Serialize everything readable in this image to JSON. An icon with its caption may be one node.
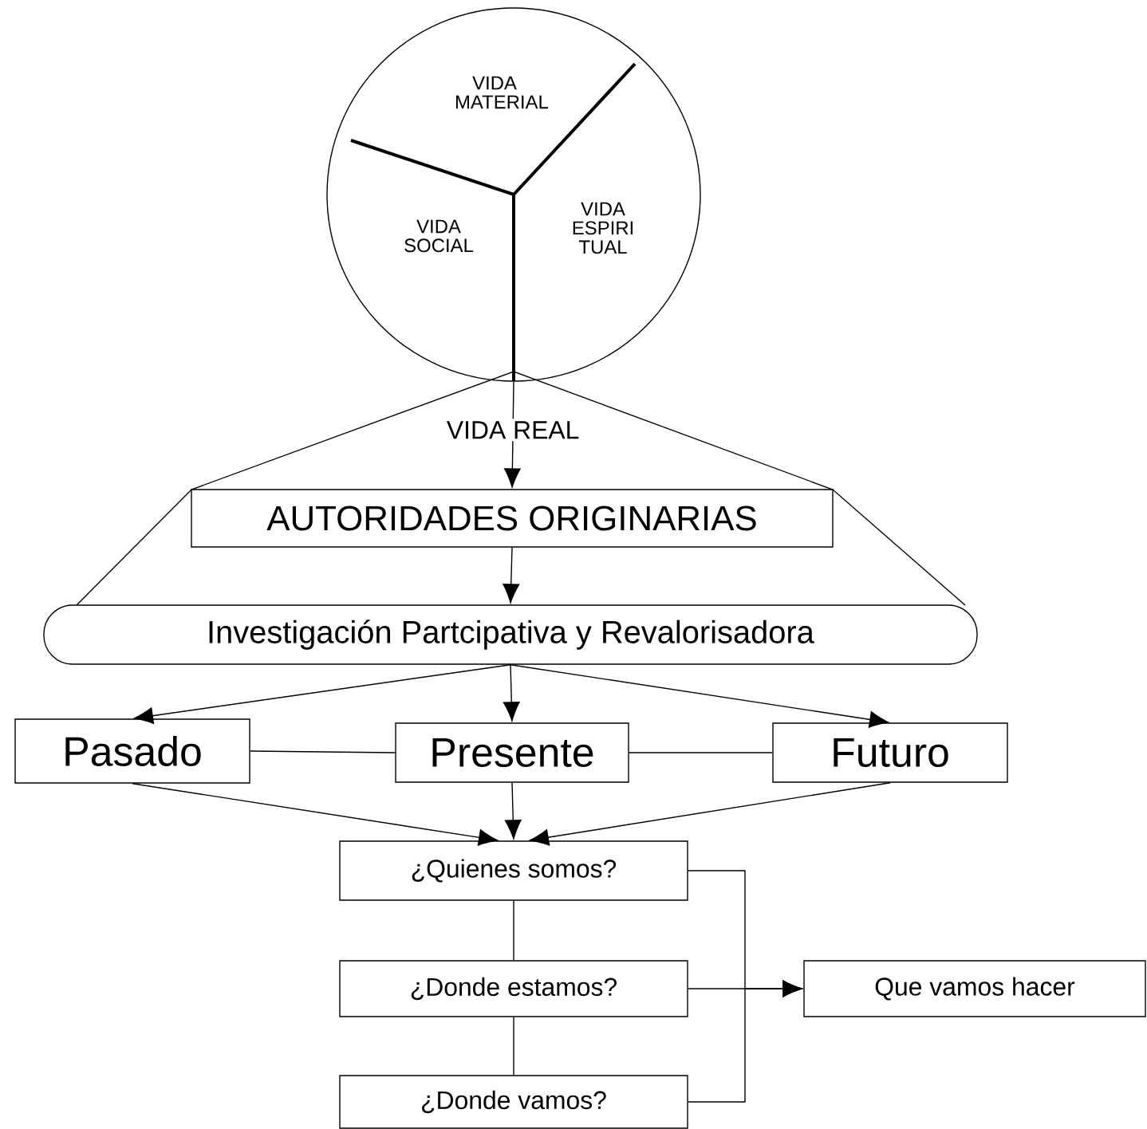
{
  "diagram": {
    "nodes": [
      {
        "text": [
          "VIDA MATERIAL",
          "VIDA SOCIAL",
          "VIDA ESPIRI TUAL"
        ]
      },
      {
        "text": [
          "AUTORIDADES ORIGINARIAS"
        ]
      },
      {
        "text": [
          "Investigación Partcipativa y Revalorisadora"
        ]
      },
      {
        "text": [
          "Pasado"
        ]
      },
      {
        "text": [
          "Presente"
        ]
      },
      {
        "text": [
          "Futuro"
        ]
      },
      {
        "text": [
          "¿Quienes somos?"
        ]
      },
      {
        "text": [
          "¿Donde estamos?"
        ]
      },
      {
        "text": [
          "¿Donde vamos?"
        ]
      },
      {
        "text": [
          "Que vamos hacer"
        ]
      }
    ],
    "edges": [
      {
        "from": 0,
        "to": 1,
        "arrow": "to",
        "label": "VIDA REAL"
      },
      {
        "from": 1,
        "to": 2,
        "arrow": "to"
      },
      {
        "from": 2,
        "to": 3,
        "arrow": "to"
      },
      {
        "from": 2,
        "to": 4,
        "arrow": "to"
      },
      {
        "from": 2,
        "to": 5,
        "arrow": "to"
      },
      {
        "from": 3,
        "to": 4,
        "arrow": "none"
      },
      {
        "from": 4,
        "to": 5,
        "arrow": "none"
      },
      {
        "from": 3,
        "to": 6,
        "arrow": "to"
      },
      {
        "from": 4,
        "to": 6,
        "arrow": "to"
      },
      {
        "from": 5,
        "to": 6,
        "arrow": "to"
      },
      {
        "from": 6,
        "to": 7,
        "arrow": "none"
      },
      {
        "from": 7,
        "to": 8,
        "arrow": "none"
      },
      {
        "from": 6,
        "to": 9,
        "arrow": "to"
      },
      {
        "from": 7,
        "to": 9,
        "arrow": "to"
      },
      {
        "from": 8,
        "to": 9,
        "arrow": "to"
      }
    ]
  }
}
